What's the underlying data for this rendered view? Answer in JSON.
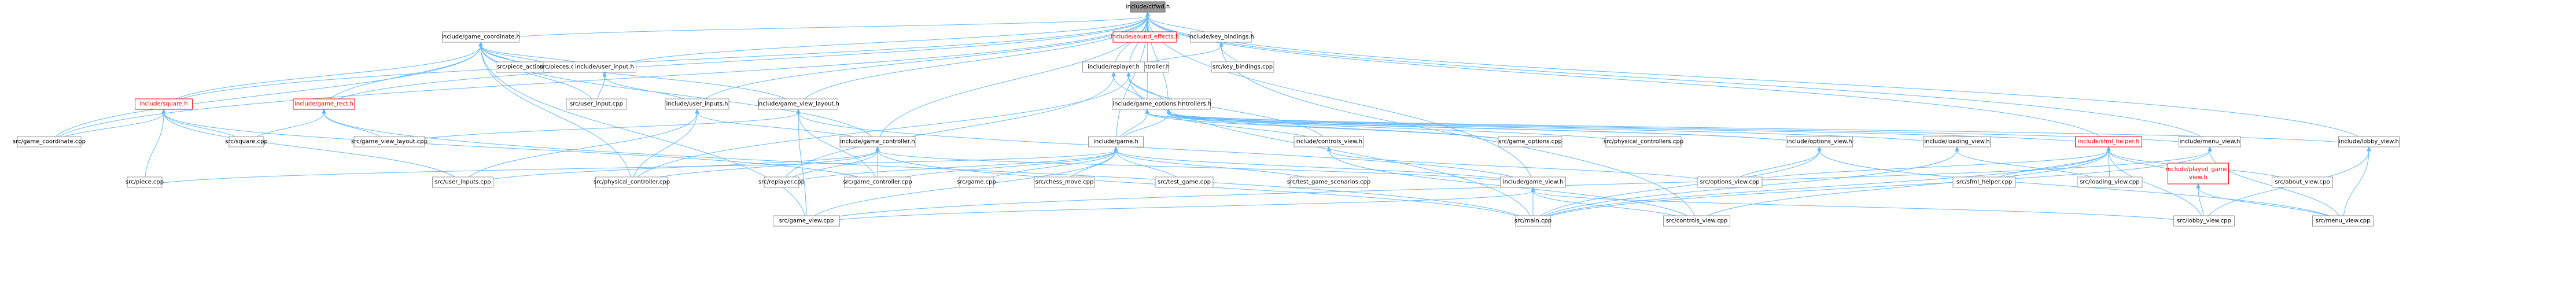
{
  "colors": {
    "edge": "#63b8ff",
    "node_border": "#999999",
    "root_fill": "#999999",
    "highlight": "#ff0000",
    "background": "#ffffff"
  },
  "nodes": [
    {
      "id": "ctfwd",
      "label": "include/ctfwd.h",
      "root": true
    },
    {
      "id": "game_coord",
      "label": "include/game_coordinate.h"
    },
    {
      "id": "key_bind_h",
      "label": "include/key_bindings.h"
    },
    {
      "id": "sound",
      "label": "include/sound_effects.h",
      "red": true
    },
    {
      "id": "piece_action",
      "label": "src/piece_action.cpp"
    },
    {
      "id": "pieces",
      "label": "src/pieces.cpp"
    },
    {
      "id": "user_input_h",
      "label": "include/user_input.h"
    },
    {
      "id": "key_bind_cpp",
      "label": "src/key_bindings.cpp"
    },
    {
      "id": "phys_ctrl_h",
      "label": "include/physical_controller.h"
    },
    {
      "id": "replayer_h",
      "label": "include/replayer.h"
    },
    {
      "id": "square_h",
      "label": "include/square.h",
      "red": true
    },
    {
      "id": "game_rect_h",
      "label": "include/game_rect.h",
      "red": true
    },
    {
      "id": "user_input_cpp",
      "label": "src/user_input.cpp"
    },
    {
      "id": "user_inputs_h",
      "label": "include/user_inputs.h"
    },
    {
      "id": "gvl_h",
      "label": "include/game_view_layout.h"
    },
    {
      "id": "phys_ctrls_h",
      "label": "include/physical_controllers.h"
    },
    {
      "id": "game_opts_h",
      "label": "include/game_options.h"
    },
    {
      "id": "gc_cpp",
      "label": "src/game_coordinate.cpp"
    },
    {
      "id": "square_cpp",
      "label": "src/square.cpp"
    },
    {
      "id": "gvl_cpp",
      "label": "src/game_view_layout.cpp"
    },
    {
      "id": "game_ctrl_h",
      "label": "include/game_controller.h"
    },
    {
      "id": "game_h",
      "label": "include/game.h"
    },
    {
      "id": "controls_view_h",
      "label": "include/controls_view.h"
    },
    {
      "id": "game_options_cpp",
      "label": "src/game_options.cpp"
    },
    {
      "id": "phys_ctrls_cpp",
      "label": "src/physical_controllers.cpp"
    },
    {
      "id": "options_view_h",
      "label": "include/options_view.h"
    },
    {
      "id": "loading_view_h",
      "label": "include/loading_view.h"
    },
    {
      "id": "sfml_helper_h",
      "label": "include/sfml_helper.h",
      "red": true
    },
    {
      "id": "menu_view_h",
      "label": "include/menu_view.h"
    },
    {
      "id": "lobby_view_h",
      "label": "include/lobby_view.h"
    },
    {
      "id": "piece_cpp",
      "label": "src/piece.cpp"
    },
    {
      "id": "user_inputs_cpp",
      "label": "src/user_inputs.cpp"
    },
    {
      "id": "phys_ctrl_cpp",
      "label": "src/physical_controller.cpp"
    },
    {
      "id": "replayer_cpp",
      "label": "src/replayer.cpp"
    },
    {
      "id": "game_ctrl_cpp",
      "label": "src/game_controller.cpp"
    },
    {
      "id": "game_cpp",
      "label": "src/game.cpp"
    },
    {
      "id": "chess_move_cpp",
      "label": "src/chess_move.cpp"
    },
    {
      "id": "test_game_cpp",
      "label": "src/test_game.cpp"
    },
    {
      "id": "test_scen_cpp",
      "label": "src/test_game_scenarios.cpp"
    },
    {
      "id": "options_view_cpp",
      "label": "src/options_view.cpp"
    },
    {
      "id": "sfml_helper_cpp",
      "label": "src/sfml_helper.cpp"
    },
    {
      "id": "loading_view_cpp",
      "label": "src/loading_view.cpp"
    },
    {
      "id": "about_view_cpp",
      "label": "src/about_view.cpp"
    },
    {
      "id": "game_view_h",
      "label": "include/game_view.h"
    },
    {
      "id": "played_gv_h",
      "label": "include/played_game_view.h",
      "red": true
    },
    {
      "id": "game_view_cpp",
      "label": "src/game_view.cpp"
    },
    {
      "id": "main_cpp",
      "label": "src/main.cpp"
    },
    {
      "id": "controls_view_cpp",
      "label": "src/controls_view.cpp"
    },
    {
      "id": "lobby_view_cpp",
      "label": "src/lobby_view.cpp"
    },
    {
      "id": "menu_view_cpp",
      "label": "src/menu_view.cpp"
    }
  ]
}
